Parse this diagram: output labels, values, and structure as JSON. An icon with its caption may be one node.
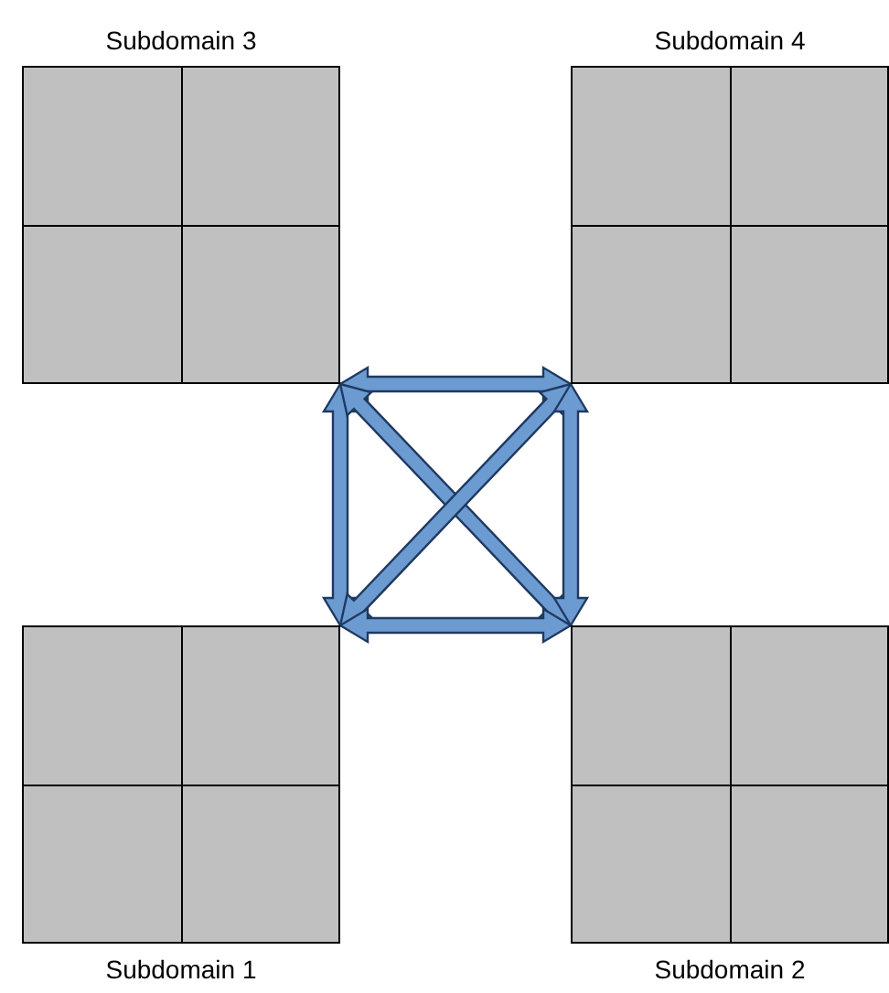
{
  "diagram": {
    "nodes": [
      {
        "text": [
          "Subdomain 3"
        ]
      },
      {
        "text": [
          "Subdomain 4"
        ]
      },
      {
        "text": [
          "Subdomain 1"
        ]
      },
      {
        "text": [
          "Subdomain 2"
        ]
      },
      {
        "text": [],
        "shape": "box",
        "in": 0
      },
      {
        "text": [],
        "shape": "box",
        "in": 0
      },
      {
        "text": [],
        "shape": "box",
        "in": 0
      },
      {
        "text": [],
        "shape": "box",
        "in": 0
      },
      {
        "text": [],
        "shape": "box",
        "in": 1
      },
      {
        "text": [],
        "shape": "box",
        "in": 1
      },
      {
        "text": [],
        "shape": "box",
        "in": 1
      },
      {
        "text": [],
        "shape": "box",
        "in": 1
      },
      {
        "text": [],
        "shape": "box",
        "in": 2
      },
      {
        "text": [],
        "shape": "box",
        "in": 2
      },
      {
        "text": [],
        "shape": "box",
        "in": 2
      },
      {
        "text": [],
        "shape": "box",
        "in": 2
      },
      {
        "text": [],
        "shape": "box",
        "in": 3
      },
      {
        "text": [],
        "shape": "box",
        "in": 3
      },
      {
        "text": [],
        "shape": "box",
        "in": 3
      },
      {
        "text": [],
        "shape": "box",
        "in": 3
      }
    ],
    "edges": [
      {
        "from": 0,
        "to": 1,
        "arrow": "both",
        "style": "thick"
      },
      {
        "from": 0,
        "to": 2,
        "arrow": "both",
        "style": "thick"
      },
      {
        "from": 0,
        "to": 3,
        "arrow": "both",
        "style": "thick"
      },
      {
        "from": 1,
        "to": 2,
        "arrow": "both",
        "style": "thick"
      },
      {
        "from": 1,
        "to": 3,
        "arrow": "both",
        "style": "thick"
      },
      {
        "from": 2,
        "to": 3,
        "arrow": "both",
        "style": "thick"
      }
    ]
  }
}
